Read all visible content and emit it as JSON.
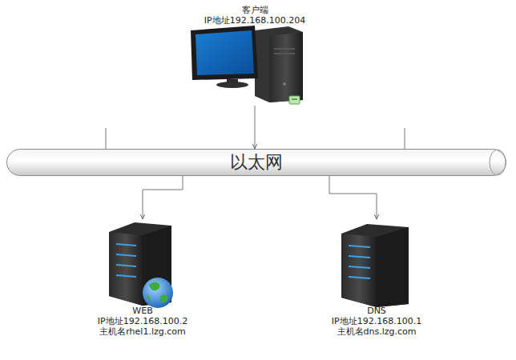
{
  "diagram": {
    "nodes": [
      {
        "text": [
          "客户端",
          "IP地址192.168.100.204"
        ]
      },
      {
        "text": [
          "以太网"
        ]
      },
      {
        "text": [
          "WEB",
          "IP地址192.168.100.2",
          "主机名rhel1.lzg.com"
        ]
      },
      {
        "text": [
          "DNS",
          "IP地址192.168.100.1",
          "主机名dns.lzg.com"
        ]
      }
    ],
    "edges": [
      {
        "from": 0,
        "to": 1,
        "arrow": "to"
      },
      {
        "from": 1,
        "to": 2,
        "arrow": "to"
      },
      {
        "from": 1,
        "to": 3,
        "arrow": "to"
      }
    ]
  }
}
